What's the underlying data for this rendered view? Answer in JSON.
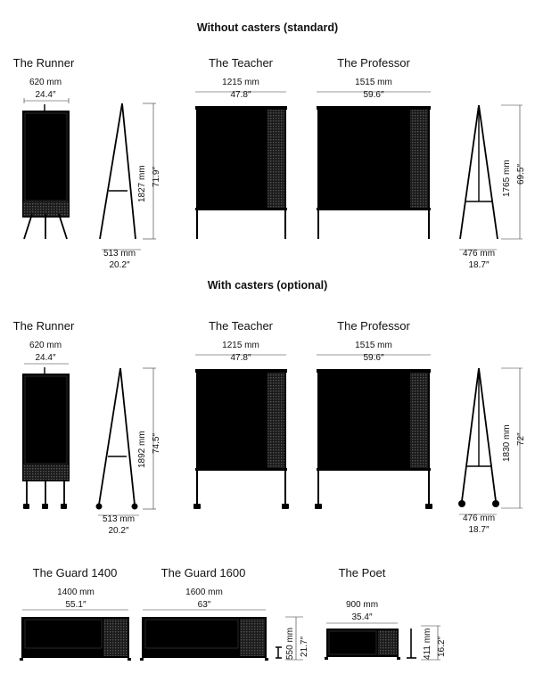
{
  "sections": {
    "without": "Without casters (standard)",
    "with": "With casters (optional)"
  },
  "standard": {
    "runner": {
      "name": "The Runner",
      "w_mm": "620 mm",
      "w_in": "24.4″",
      "depth_mm": "513 mm",
      "depth_in": "20.2″",
      "h_mm": "1827 mm",
      "h_in": "71.9″"
    },
    "teacher": {
      "name": "The Teacher",
      "w_mm": "1215 mm",
      "w_in": "47.8″"
    },
    "professor": {
      "name": "The Professor",
      "w_mm": "1515 mm",
      "w_in": "59.6″",
      "depth_mm": "476 mm",
      "depth_in": "18.7″",
      "h_mm": "1765 mm",
      "h_in": "69.5″"
    }
  },
  "casters": {
    "runner": {
      "name": "The Runner",
      "w_mm": "620 mm",
      "w_in": "24.4″",
      "depth_mm": "513 mm",
      "depth_in": "20.2″",
      "h_mm": "1892 mm",
      "h_in": "74.5″"
    },
    "teacher": {
      "name": "The Teacher",
      "w_mm": "1215 mm",
      "w_in": "47.8″"
    },
    "professor": {
      "name": "The Professor",
      "w_mm": "1515 mm",
      "w_in": "59.6″",
      "depth_mm": "476 mm",
      "depth_in": "18.7″",
      "h_mm": "1830 mm",
      "h_in": "72″"
    }
  },
  "bottom": {
    "guard1400": {
      "name": "The Guard 1400",
      "w_mm": "1400 mm",
      "w_in": "55.1″"
    },
    "guard1600": {
      "name": "The Guard 1600",
      "w_mm": "1600 mm",
      "w_in": "63″",
      "h_mm": "550 mm",
      "h_in": "21.7″"
    },
    "poet": {
      "name": "The Poet",
      "w_mm": "900 mm",
      "w_in": "35.4″",
      "h_mm": "411 mm",
      "h_in": "16.2″"
    }
  }
}
